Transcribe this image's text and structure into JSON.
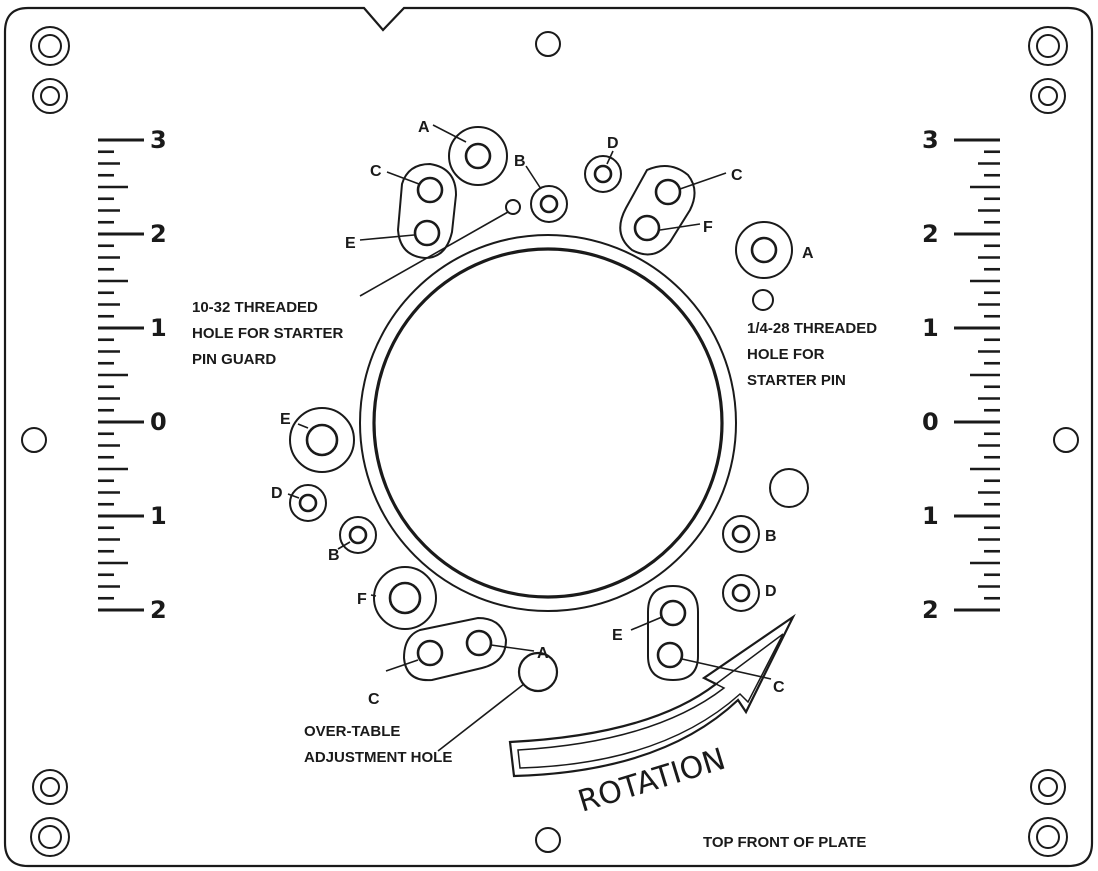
{
  "callouts": {
    "starter_pin_guard": [
      "10-32 THREADED",
      "HOLE FOR STARTER",
      "PIN GUARD"
    ],
    "starter_pin": [
      "1/4-28 THREADED",
      "HOLE FOR",
      "STARTER PIN"
    ],
    "adjustment_hole": [
      "OVER-TABLE",
      "ADJUSTMENT HOLE"
    ],
    "plate_front": "TOP FRONT OF PLATE",
    "rotation": "ROTATION"
  },
  "hole_letters": {
    "top_a": "A",
    "top_c": "C",
    "top_e": "E",
    "top_b": "B",
    "top_d": "D",
    "right_c": "C",
    "right_f": "F",
    "right_a": "A",
    "left_e": "E",
    "left_d": "D",
    "left_b": "B",
    "bottom_f": "F",
    "bottom_a": "A",
    "bottom_c": "C",
    "right_b": "B",
    "right_d": "D",
    "right_e": "E",
    "right_c2": "C"
  },
  "scale_labels": [
    "3",
    "2",
    "1",
    "0",
    "1",
    "2"
  ],
  "colors": {
    "ink": "#1a1a1a",
    "background": "#ffffff"
  }
}
